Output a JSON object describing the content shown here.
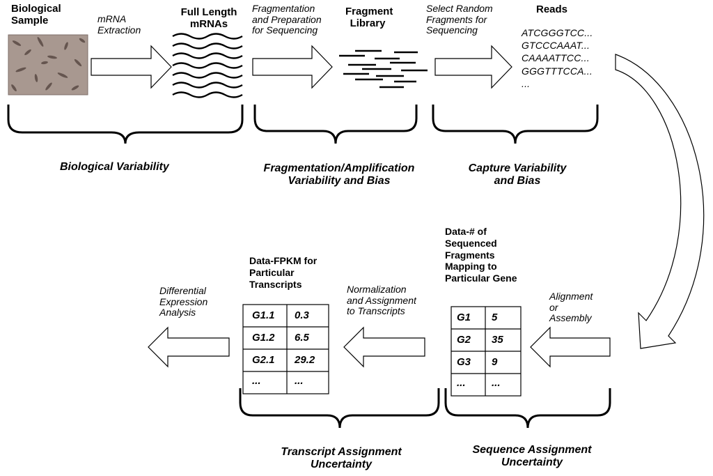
{
  "stages": {
    "bio_sample_label": [
      "Biological",
      "Sample"
    ],
    "mrna_extraction_label": [
      "mRNA",
      "Extraction"
    ],
    "full_length_label": [
      "Full Length",
      "mRNAs"
    ],
    "fragmentation_label": [
      "Fragmentation",
      "and Preparation",
      "for Sequencing"
    ],
    "fragment_library_label": [
      "Fragment",
      "Library"
    ],
    "select_random_label": [
      "Select Random",
      "Fragments for",
      "Sequencing"
    ],
    "reads_label": "Reads",
    "reads": [
      "ATCGGGTCC...",
      "GTCCCAAAT...",
      "CAAAATTCC...",
      "GGGTTTCCA...",
      "..."
    ]
  },
  "variability": {
    "biological": "Biological Variability",
    "fragmentation": [
      "Fragmentation/Amplification",
      "Variability and Bias"
    ],
    "capture": [
      "Capture Variability",
      "and Bias"
    ]
  },
  "lower": {
    "data_counts_label": [
      "Data-# of",
      "Sequenced",
      "Fragments",
      "Mapping to",
      "Particular Gene"
    ],
    "alignment_label": [
      "Alignment",
      "or",
      "Assembly"
    ],
    "normalization_label": [
      "Normalization",
      "and Assignment",
      "to Transcripts"
    ],
    "fpkm_label": [
      "Data-FPKM for",
      "Particular",
      "Transcripts"
    ],
    "differential_label": [
      "Differential",
      "Expression",
      "Analysis"
    ],
    "gene_table": [
      [
        "G1",
        "5"
      ],
      [
        "G2",
        "35"
      ],
      [
        "G3",
        "9"
      ],
      [
        "...",
        "..."
      ]
    ],
    "transcript_table": [
      [
        "G1.1",
        "0.3"
      ],
      [
        "G1.2",
        "6.5"
      ],
      [
        "G2.1",
        "29.2"
      ],
      [
        "...",
        "..."
      ]
    ],
    "sequence_uncertainty": [
      "Sequence Assignment",
      "Uncertainty"
    ],
    "transcript_uncertainty": [
      "Transcript Assignment",
      "Uncertainty"
    ]
  },
  "colors": {
    "line": "#000000",
    "photo_bg": "#a89890",
    "cell": "#5a4a44"
  }
}
